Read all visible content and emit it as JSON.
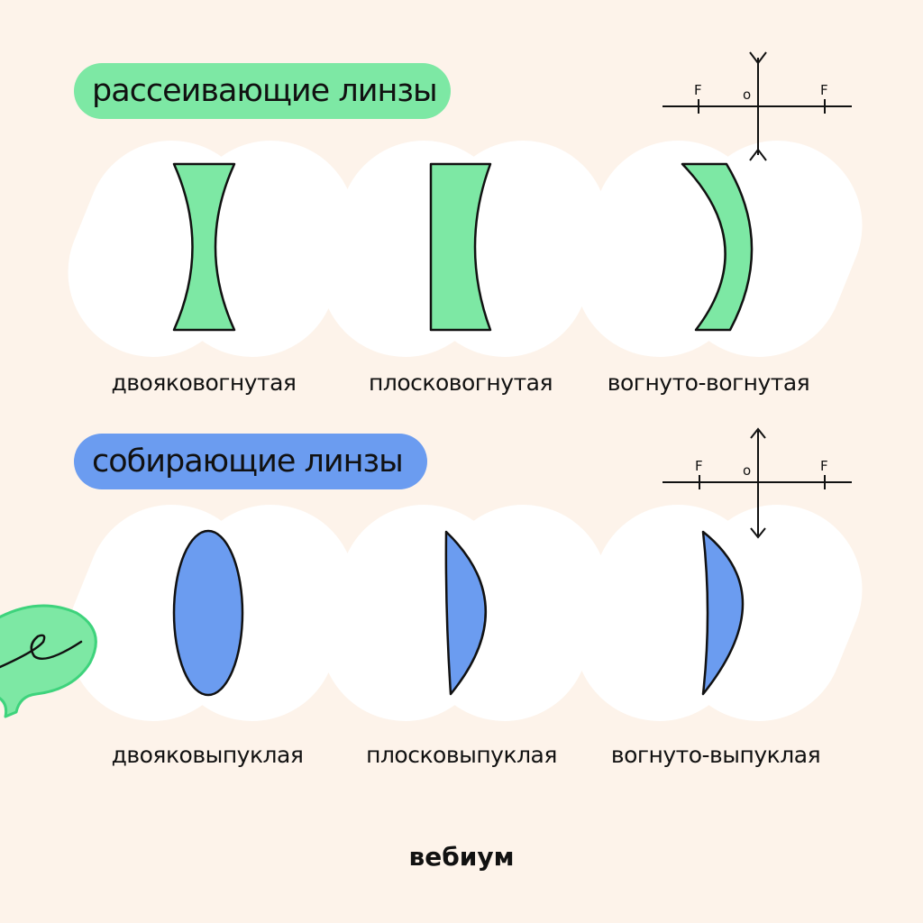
{
  "headers": {
    "diverging": "рассеивающие линзы",
    "converging": "собирающие линзы"
  },
  "labels": {
    "biconcave": "двояковогнутая",
    "planoconcave": "плосковогнутая",
    "concave_concave": "вогнуто-вогнутая",
    "biconvex": "двояковыпуклая",
    "planoconvex": "плосковыпуклая",
    "concave_convex": "вогнуто-выпуклая"
  },
  "axis": {
    "focus_label": "F",
    "center_label": "o"
  },
  "brand": "вебиум",
  "colors": {
    "background": "#fdf3ea",
    "diverging_fill": "#7de8a4",
    "converging_fill": "#6b9cf0",
    "card": "#ffffff",
    "stroke": "#111111"
  }
}
